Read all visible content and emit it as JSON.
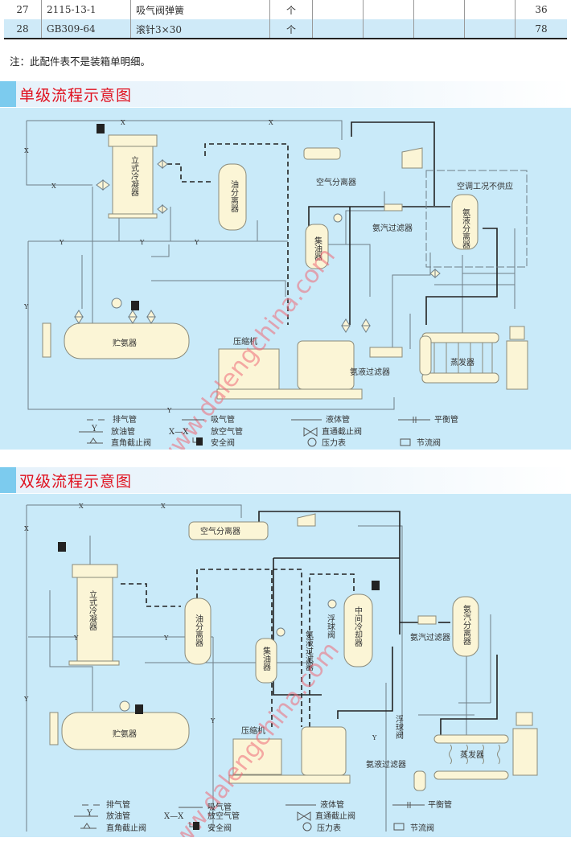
{
  "parts_table": {
    "rows": [
      {
        "no": "27",
        "code": "2115-13-1",
        "name": "吸气阀弹簧",
        "unit": "个",
        "c5": "",
        "c6": "",
        "c7": "",
        "c8": "",
        "qty": "36"
      },
      {
        "no": "28",
        "code": "GB309-64",
        "name": "滚针3×30",
        "unit": "个",
        "c5": "",
        "c6": "",
        "c7": "",
        "c8": "",
        "qty": "78"
      }
    ]
  },
  "note": "注：此配件表不是装箱单明细。",
  "single_stage": {
    "title": "单级流程示意图",
    "labels": {
      "vertical_condenser": "立式冷凝器",
      "oil_separator": "油分离器",
      "air_separator": "空气分离器",
      "ac_note": "空调工况不供应",
      "ammonia_gas_filter": "氨汽过滤器",
      "ammonia_liquid_separator": "氨液分离器",
      "oil_collector": "集油器",
      "ammonia_receiver": "贮氨器",
      "compressor": "压缩机",
      "ammonia_liquid_filter": "氨液过滤器",
      "evaporator": "蒸发器"
    },
    "pipe_marks": {
      "x": "X",
      "y": "Y"
    }
  },
  "double_stage": {
    "title": "双级流程示意图",
    "labels": {
      "air_separator": "空气分离器",
      "vertical_condenser": "立式冷凝器",
      "oil_separator": "油分离器",
      "oil_collector": "集油器",
      "ammonia_liquid_filter_v": "氨液过滤器",
      "float_valve": "浮球阀",
      "intercooler": "中间冷却器",
      "ammonia_gas_filter": "氨汽过滤器",
      "ammonia_liquid_separator": "氨汽分离器",
      "ammonia_receiver": "贮氨器",
      "compressor": "压缩机",
      "float_valve2": "浮球阀",
      "ammonia_liquid_filter": "氨液过滤器",
      "evaporator": "蒸发器"
    },
    "pipe_marks": {
      "x": "X",
      "y": "Y"
    }
  },
  "legend": {
    "discharge_pipe": "排气管",
    "suction_pipe": "吸气管",
    "liquid_pipe": "液体管",
    "balance_pipe": "平衡管",
    "oil_drain_pipe": "放油管",
    "air_vent_pipe": "放空气管",
    "straight_stop_valve": "直通截止阀",
    "angle_stop_valve": "直角截止阀",
    "safety_valve": "安全阀",
    "pressure_gauge": "压力表",
    "throttle_valve": "节流阀",
    "sym_y": "Y",
    "sym_xx": "X—X"
  },
  "watermark": "www.dalengchina.com"
}
